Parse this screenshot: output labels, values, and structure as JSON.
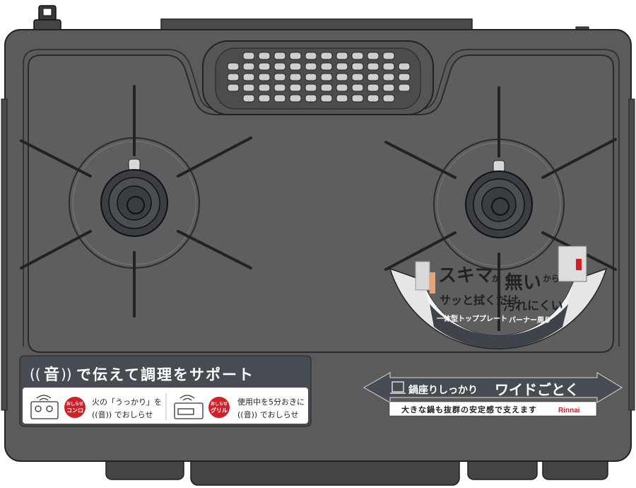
{
  "colors": {
    "body": "#5b5b5b",
    "body_dark": "#3a3a3a",
    "outline": "#2a2a2a",
    "grate": "#2b2b2b",
    "accent_red": "#d2202a",
    "banner_dark": "#474b52",
    "white": "#ffffff"
  },
  "sound_banner": {
    "title_sound": "音",
    "title_rest": "で伝えて調理をサポート",
    "left": {
      "badge_top": "おしらせ",
      "badge_bottom": "コンロ",
      "line1": "火の「うっかり」を",
      "line2_sound": "音",
      "line2_rest": "でおしらせ"
    },
    "right": {
      "badge_top": "おしらせ",
      "badge_bottom": "グリル",
      "line1": "使用中を5分おきに",
      "line2_sound": "音",
      "line2_rest": "でおしらせ"
    }
  },
  "grate_banner": {
    "title_small": "鍋座りしっかり",
    "title_large": "ワイドごとく",
    "subtitle": "大きな鍋も抜群の安定感で支えます",
    "brand": "Rinnai"
  },
  "feature_badge": {
    "left_main": "スキマ",
    "left_particle": "が",
    "left_sub": "サッと拭くだけ",
    "left_caption": "一体型トッププレート",
    "right_main": "無い",
    "right_particle": "から",
    "right_sub": "汚れにくい",
    "right_caption": "バーナー周り"
  }
}
